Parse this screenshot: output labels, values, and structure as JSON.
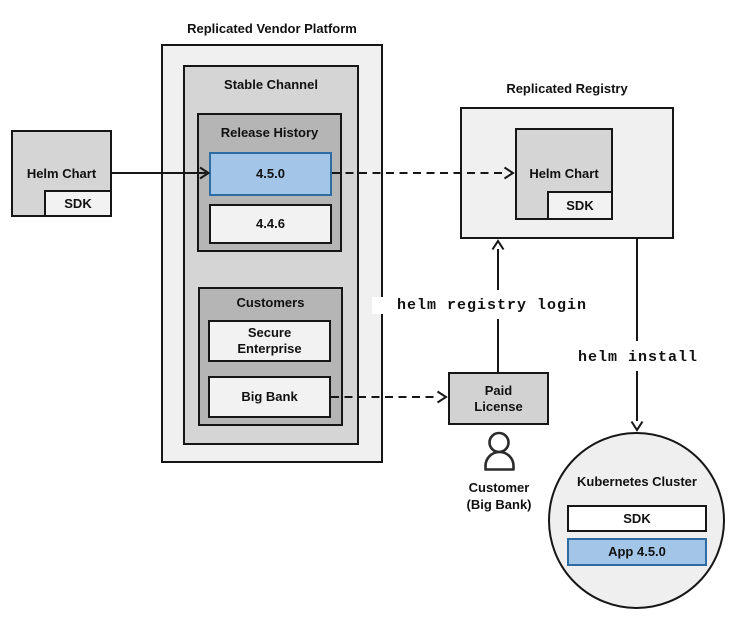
{
  "colors": {
    "highlight_fill": "#a3c6e8",
    "highlight_border": "#2e6da4",
    "highlight_text": "#1d5c9c",
    "box_border": "#161616",
    "panel_light": "#f0f0f0",
    "panel_mid": "#d5d5d5",
    "panel_dark": "#b5b5b5"
  },
  "vendor_platform": {
    "title": "Replicated Vendor Platform",
    "stable_channel": {
      "title": "Stable Channel",
      "release_history": {
        "title": "Release History",
        "current_release": "4.5.0",
        "previous_release": "4.4.6"
      },
      "customers": {
        "title": "Customers",
        "secure_enterprise": "Secure\nEnterprise",
        "big_bank": "Big Bank"
      }
    }
  },
  "vendor_source": {
    "helm_chart": "Helm Chart",
    "sdk": "SDK"
  },
  "registry": {
    "title": "Replicated Registry",
    "helm_chart": "Helm Chart",
    "sdk": "SDK"
  },
  "license": {
    "label": "Paid\nLicense",
    "customer_caption": "Customer\n(Big Bank)"
  },
  "commands": {
    "registry_login": "helm registry login",
    "install": "helm install"
  },
  "kubernetes_cluster": {
    "title": "Kubernetes Cluster",
    "sdk": "SDK",
    "app": "App 4.5.0"
  }
}
